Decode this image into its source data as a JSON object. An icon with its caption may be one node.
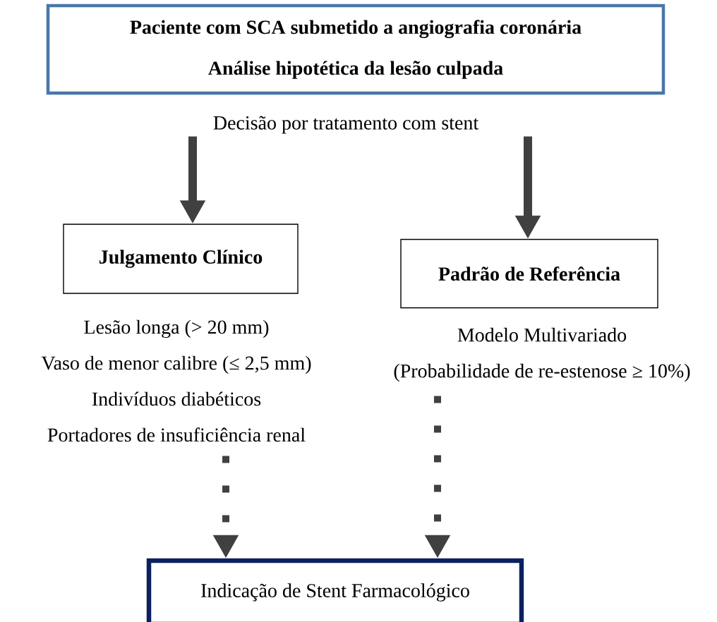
{
  "diagram": {
    "nodes": [
      {
        "text": [
          "Paciente com SCA submetido a angiografia coronária",
          "Análise hipotética da lesão culpada"
        ]
      },
      {
        "text": [
          "Decisão por tratamento com stent"
        ]
      },
      {
        "text": [
          "Julgamento Clínico"
        ]
      },
      {
        "text": [
          "Padrão de Referência"
        ]
      },
      {
        "text": [
          "Lesão longa (> 20 mm)",
          "Vaso de menor calibre (≤ 2,5 mm)",
          "Indivíduos diabéticos",
          "Portadores de insuficiência renal"
        ]
      },
      {
        "text": [
          "Modelo Multivariado",
          "(Probabilidade de re-estenose ≥ 10%)"
        ]
      },
      {
        "text": [
          "Indicação de Stent Farmacológico"
        ]
      }
    ],
    "edges": [
      {
        "from": 1,
        "to": 2,
        "arrow": "to"
      },
      {
        "from": 1,
        "to": 3,
        "arrow": "to"
      },
      {
        "from": 4,
        "to": 6,
        "arrow": "to",
        "style": "dashed"
      },
      {
        "from": 5,
        "to": 6,
        "arrow": "to",
        "style": "dashed"
      }
    ]
  }
}
